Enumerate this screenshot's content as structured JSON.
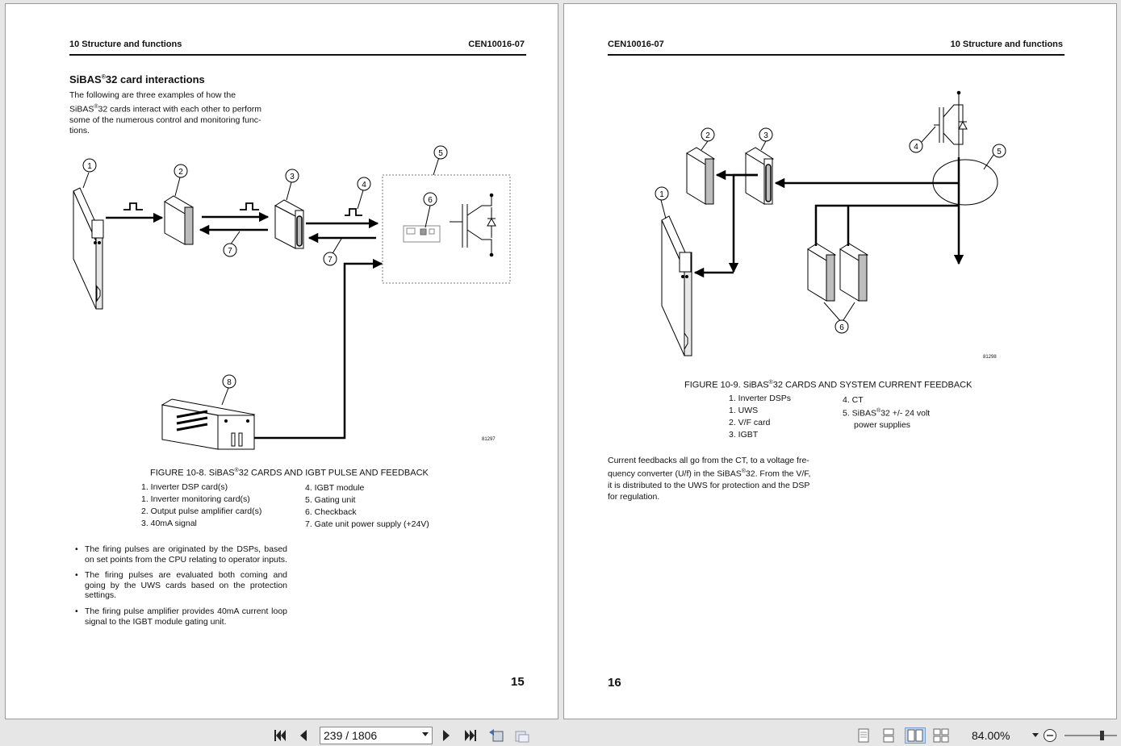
{
  "left_page": {
    "header_left": "10 Structure and functions",
    "header_right": "CEN10016-07",
    "section_title_pre": "SiBAS",
    "section_title_sup": "®",
    "section_title_post": "32 card interactions",
    "intro_line1": "The following are three examples of how the",
    "intro_line2_pre": "SiBAS",
    "intro_line2_post": "32 cards interact with each other to perform",
    "intro_line3": "some of the numerous control and monitoring func-",
    "intro_line4": "tions.",
    "figure_caption_pre": "FIGURE 10-8. SiBAS",
    "figure_caption_post": "32 CARDS AND IGBT PULSE AND FEEDBACK",
    "figure_code": "81297",
    "callouts": [
      "1",
      "2",
      "3",
      "4",
      "5",
      "6",
      "7",
      "7",
      "8"
    ],
    "legend_col1": [
      "1. Inverter DSP card(s)",
      "1. Inverter monitoring card(s)",
      "2. Output pulse amplifier card(s)",
      "3. 40mA signal"
    ],
    "legend_col2": [
      "4. IGBT module",
      "5. Gating unit",
      "6. Checkback",
      "7. Gate unit power supply (+24V)"
    ],
    "bullets": [
      "The firing pulses are originated by the DSPs, based on set points from the CPU relating to operator inputs.",
      "The firing pulses are evaluated both coming and going by the UWS cards based on the protection settings.",
      "The firing pulse amplifier provides 40mA current loop signal to the IGBT module gating unit."
    ],
    "page_number": "15"
  },
  "right_page": {
    "header_left": "CEN10016-07",
    "header_right": "10 Structure and functions",
    "figure_caption_pre": "FIGURE 10-9. SiBAS",
    "figure_caption_post": "32 CARDS AND SYSTEM CURRENT FEEDBACK",
    "figure_code": "81298",
    "callouts": [
      "1",
      "2",
      "3",
      "4",
      "5",
      "6"
    ],
    "legend_col1": [
      "1. Inverter DSPs",
      "1. UWS",
      "2. V/F card",
      "3. IGBT"
    ],
    "legend_col2_line1": "4. CT",
    "legend_col2_line2_pre": "5. SiBAS",
    "legend_col2_line2_post": "32 +/- 24 volt",
    "legend_col2_line3": "power supplies",
    "para_line1": "Current feedbacks all go from the CT, to a voltage  fre-",
    "para_line2_pre": "quency converter (U/f) in the SiBAS",
    "para_line2_post": "32. From the V/F,",
    "para_line3": "it is distributed to the UWS for protection and the DSP",
    "para_line4": "for regulation.",
    "page_number": "16"
  },
  "toolbar": {
    "page_indicator": "239 / 1806",
    "zoom_level": "84.00%"
  }
}
